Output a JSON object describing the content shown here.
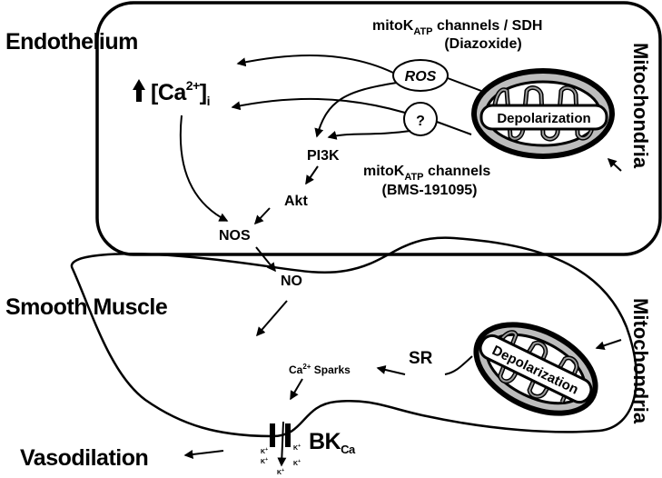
{
  "labels": {
    "endothelium": "Endothelium",
    "smooth_muscle": "Smooth Muscle",
    "vasodilation": "Vasodilation",
    "mito_top": "Mitochondria",
    "mito_bottom": "Mitochondria",
    "depol_top": "Depolarization",
    "depol_bottom": "Depolarization",
    "ros": "ROS",
    "unknown": "?",
    "calcium": "[Ca",
    "calcium_sup": "2+",
    "calcium_close": "]",
    "calcium_sub": "i",
    "pi3k": "PI3K",
    "akt": "Akt",
    "nos": "NOS",
    "no": "NO",
    "sr": "SR",
    "sparks_pre": "Ca",
    "sparks_sup": "2+",
    "sparks_post": " Sparks",
    "bk": "BK",
    "bk_sub": "Ca",
    "diazoxide_l1_a": "mitoK",
    "diazoxide_l1_sub": "ATP",
    "diazoxide_l1_b": " channels / SDH",
    "diazoxide_l2": "(Diazoxide)",
    "bms_l1_a": "mitoK",
    "bms_l1_sub": "ATP",
    "bms_l1_b": " channels",
    "bms_l2": "(BMS-191095)",
    "k_ion": "K",
    "k_sup": "+"
  }
}
